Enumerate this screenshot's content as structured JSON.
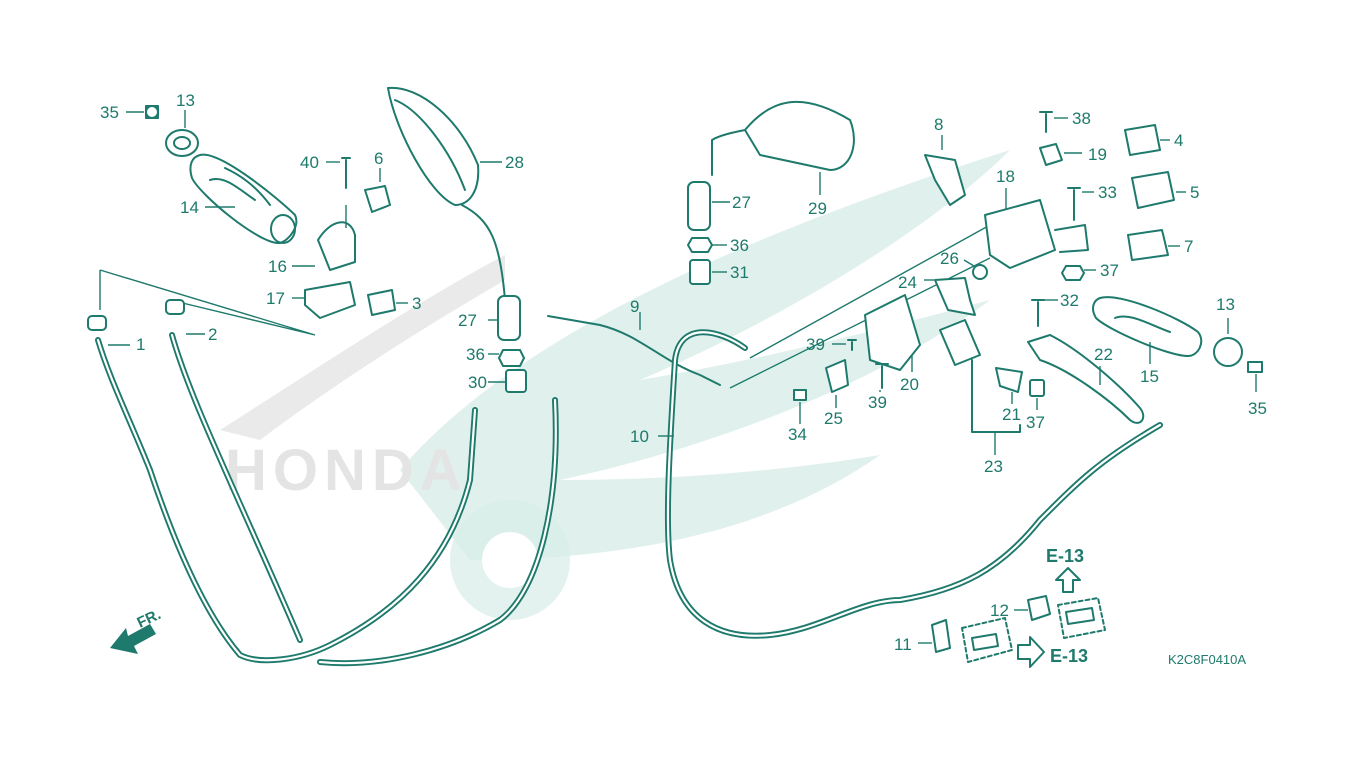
{
  "diagram": {
    "code": "K2C8F0410A",
    "brand_text": "HONDA",
    "direction_label": "FR.",
    "ref_page": "E-13",
    "colors": {
      "line": "#1e7a6c",
      "watermark": "#d7ece8",
      "background": "#ffffff"
    },
    "callouts": [
      "1",
      "2",
      "3",
      "4",
      "5",
      "6",
      "7",
      "8",
      "9",
      "10",
      "11",
      "12",
      "13",
      "13",
      "14",
      "15",
      "16",
      "17",
      "18",
      "19",
      "20",
      "21",
      "22",
      "23",
      "24",
      "25",
      "26",
      "27",
      "27",
      "28",
      "29",
      "30",
      "31",
      "32",
      "33",
      "34",
      "35",
      "35",
      "36",
      "36",
      "37",
      "37",
      "38",
      "39",
      "39",
      "40"
    ]
  }
}
